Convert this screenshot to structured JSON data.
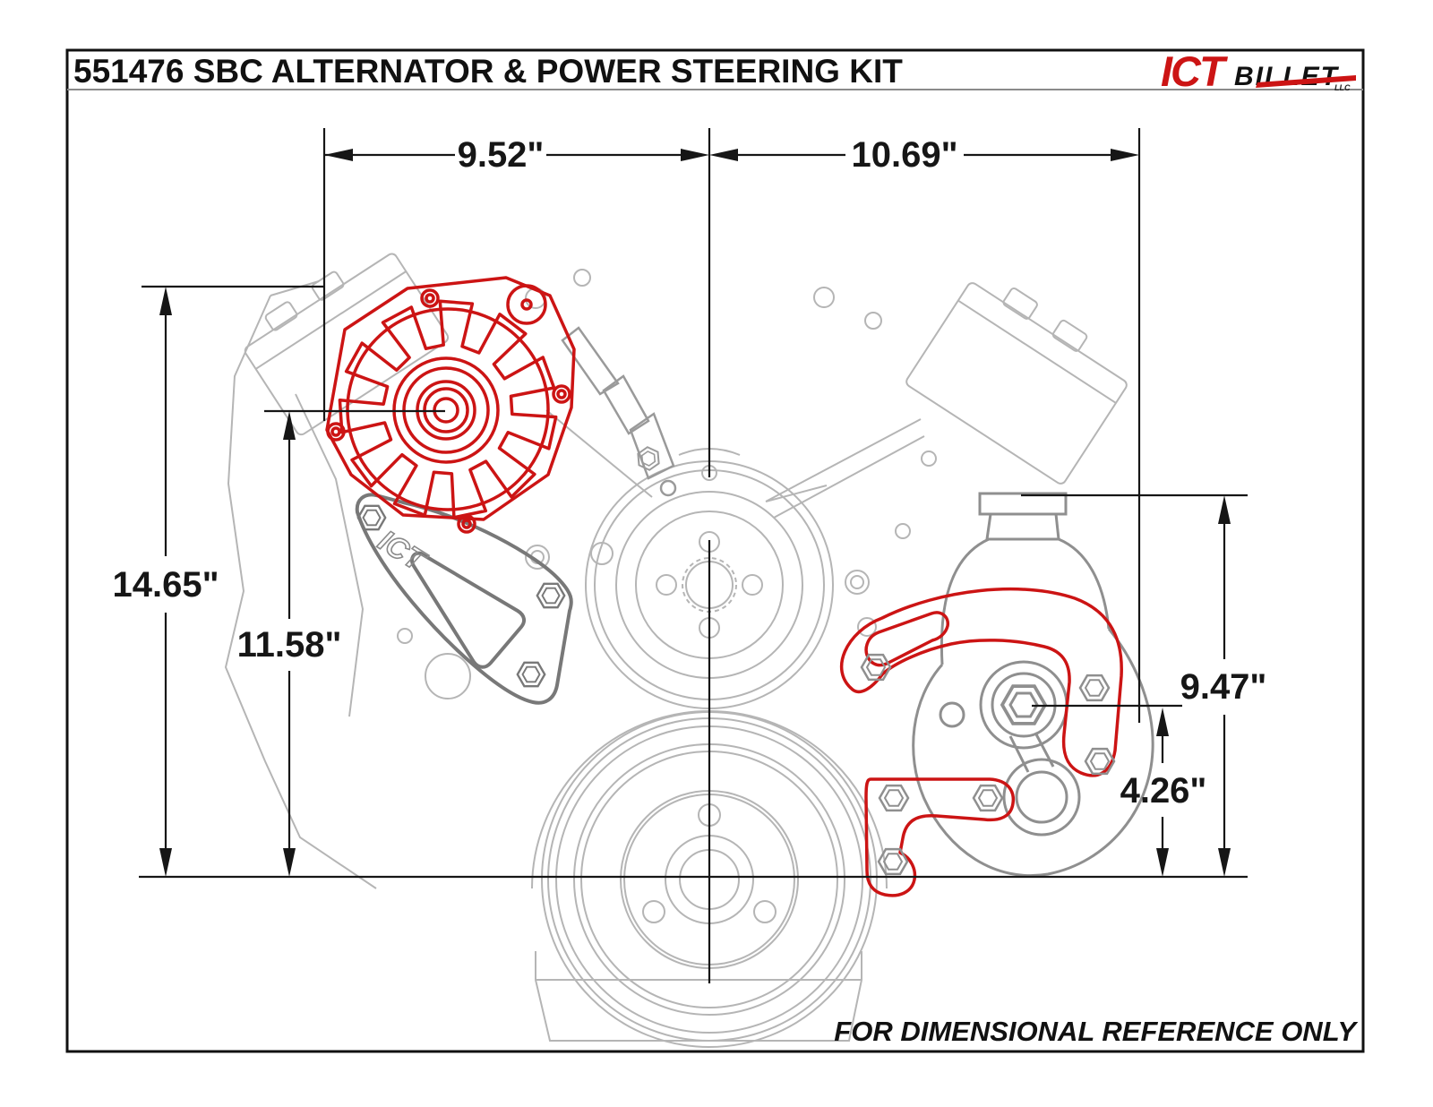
{
  "document": {
    "title": "551476 SBC ALTERNATOR & POWER STEERING KIT",
    "footer_note": "FOR DIMENSIONAL REFERENCE ONLY"
  },
  "logo": {
    "ict": "ICT",
    "billet": "BILLET",
    "suffix": "LLC"
  },
  "engraving": {
    "bracket_logo": "ICT"
  },
  "dimensions": {
    "alt_mount_to_engine_center": "9.52\"",
    "engine_center_to_ps_mount": "10.69\"",
    "deck_to_crank_center": "14.65\"",
    "alt_center_to_crank_center": "11.58\"",
    "reservoir_top_to_crank_center": "9.47\"",
    "ps_shaft_to_crank_center": "4.26\""
  },
  "colors": {
    "highlight_red": "#cc1414",
    "engine_gray": "#b5b5b5",
    "bracket_dark_gray": "#787878",
    "dimension_black": "#161616"
  }
}
